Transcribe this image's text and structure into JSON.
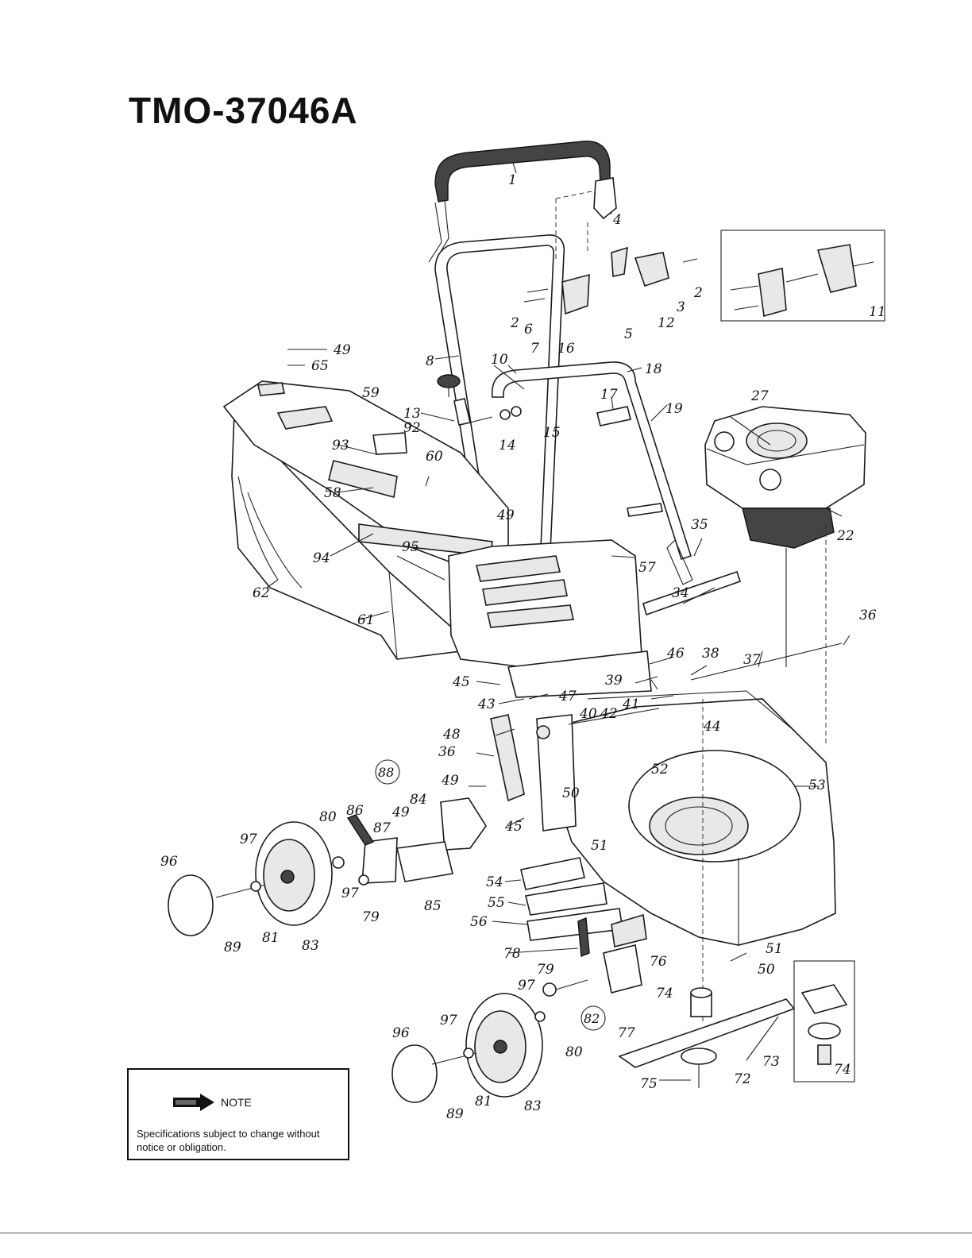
{
  "title": "TMO-37046A",
  "note": {
    "label": "NOTE",
    "text": "Specifications subject to change without notice or obligation."
  },
  "callouts": [
    "1",
    "2",
    "2",
    "3",
    "4",
    "5",
    "6",
    "7",
    "8",
    "10",
    "11",
    "12",
    "13",
    "14",
    "15",
    "16",
    "17",
    "18",
    "19",
    "22",
    "27",
    "34",
    "35",
    "36",
    "36",
    "37",
    "38",
    "39",
    "40",
    "41",
    "42",
    "43",
    "44",
    "45",
    "45",
    "46",
    "47",
    "48",
    "49",
    "49",
    "49",
    "49",
    "50",
    "50",
    "51",
    "51",
    "52",
    "53",
    "54",
    "55",
    "56",
    "57",
    "58",
    "59",
    "60",
    "61",
    "62",
    "65",
    "72",
    "73",
    "74",
    "74",
    "75",
    "76",
    "77",
    "78",
    "79",
    "79",
    "80",
    "80",
    "81",
    "81",
    "83",
    "83",
    "84",
    "85",
    "86",
    "87",
    "89",
    "89",
    "92",
    "93",
    "94",
    "95",
    "96",
    "96",
    "97",
    "97",
    "97",
    "97"
  ],
  "circled_callouts": [
    "88",
    "82"
  ],
  "icons": {
    "note_arrow": "arrow-right-icon"
  },
  "colors": {
    "ink": "#111111",
    "paper": "#ffffff"
  }
}
